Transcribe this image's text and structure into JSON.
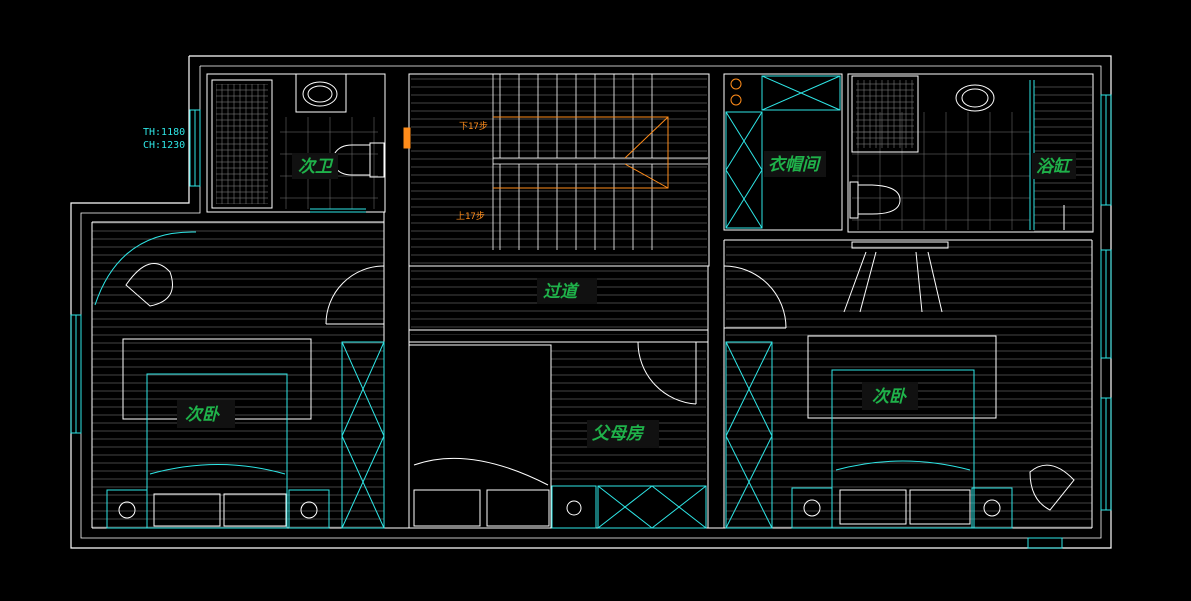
{
  "plan": {
    "annotations": {
      "th": "TH:1180",
      "ch": "CH:1230",
      "stair_down": "下17步",
      "stair_up": "上17步"
    },
    "rooms": {
      "bathroom_small": "次卫",
      "walk_in_closet": "衣帽间",
      "bathtub_room": "浴缸",
      "corridor": "过道",
      "bedroom_left": "次卧",
      "parents_room": "父母房",
      "bedroom_right": "次卧"
    },
    "colors": {
      "background": "#000000",
      "wall": "#ffffff",
      "furniture": "#2ee6e6",
      "stairs": "#ff8c1a",
      "label": "#1fb24a",
      "hatch": "#8a8a8a"
    }
  }
}
